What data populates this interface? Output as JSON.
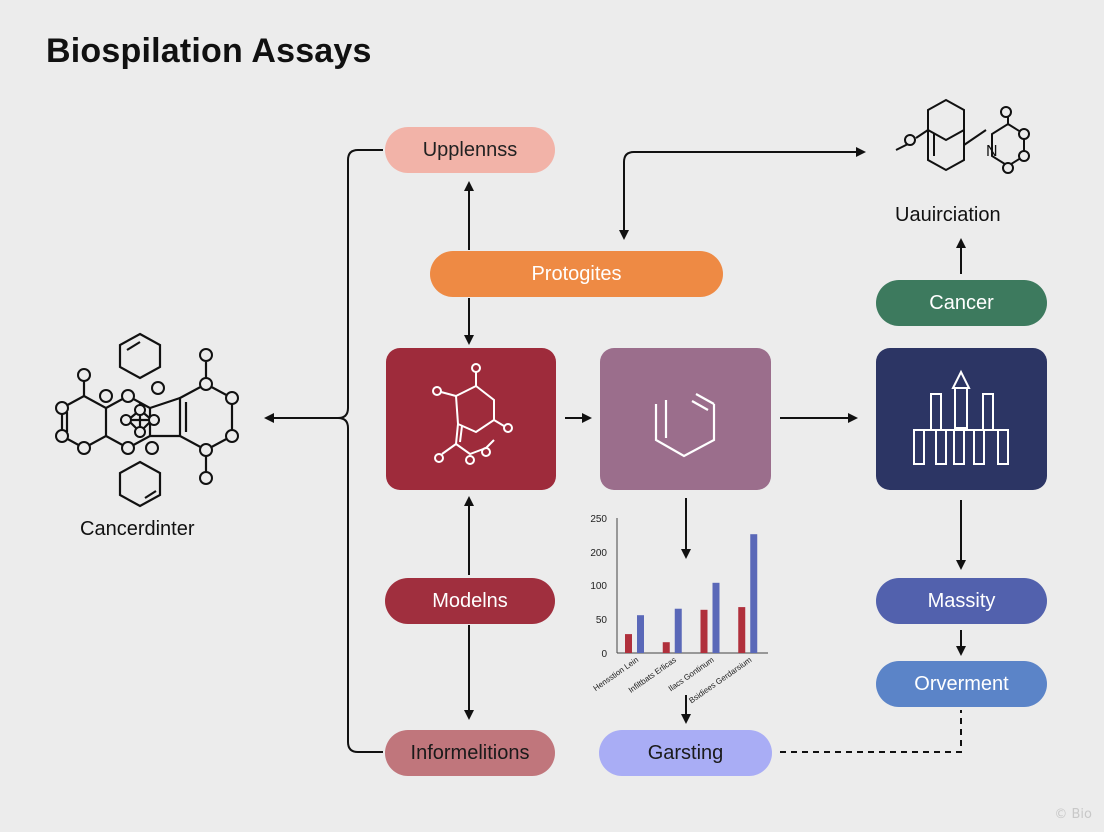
{
  "title": "Biospilation Assays",
  "nodes": {
    "upplennss": "Upplennss",
    "protogites": "Protogites",
    "modelns": "Modelns",
    "informelitions": "Informelitions",
    "garsting": "Garsting",
    "cancer": "Cancer",
    "massity": "Massity",
    "orverment": "Orverment",
    "cancerdinter": "Cancerdinter",
    "uauirciation": "Uauirciation"
  },
  "colors": {
    "upplennss": "#f2b3a8",
    "protogites": "#ee8a44",
    "modelns": "#a02f3e",
    "informelitions": "#c0767c",
    "garsting": "#a9adf5",
    "cancer": "#3d7a5e",
    "massity": "#5261ad",
    "orverment": "#5b84c8",
    "crimson_box": "#9e2b3b",
    "mauve_box": "#9b6e8c",
    "navy_box": "#2c3564"
  },
  "chart_data": {
    "type": "bar",
    "y_ticks": [
      "250",
      "200",
      "100",
      "50",
      "0"
    ],
    "categories": [
      "Hensstion Lein",
      "Infiltbats Erlicas",
      "Ilacs Gontinum",
      "Bsidiees Gerdarsium"
    ],
    "series": [
      {
        "color": "#b0303c",
        "values": [
          35,
          20,
          80,
          85
        ]
      },
      {
        "color": "#5a68b8",
        "values": [
          70,
          82,
          130,
          220
        ]
      }
    ],
    "ylim": [
      0,
      250
    ]
  },
  "watermark": "© Bio"
}
